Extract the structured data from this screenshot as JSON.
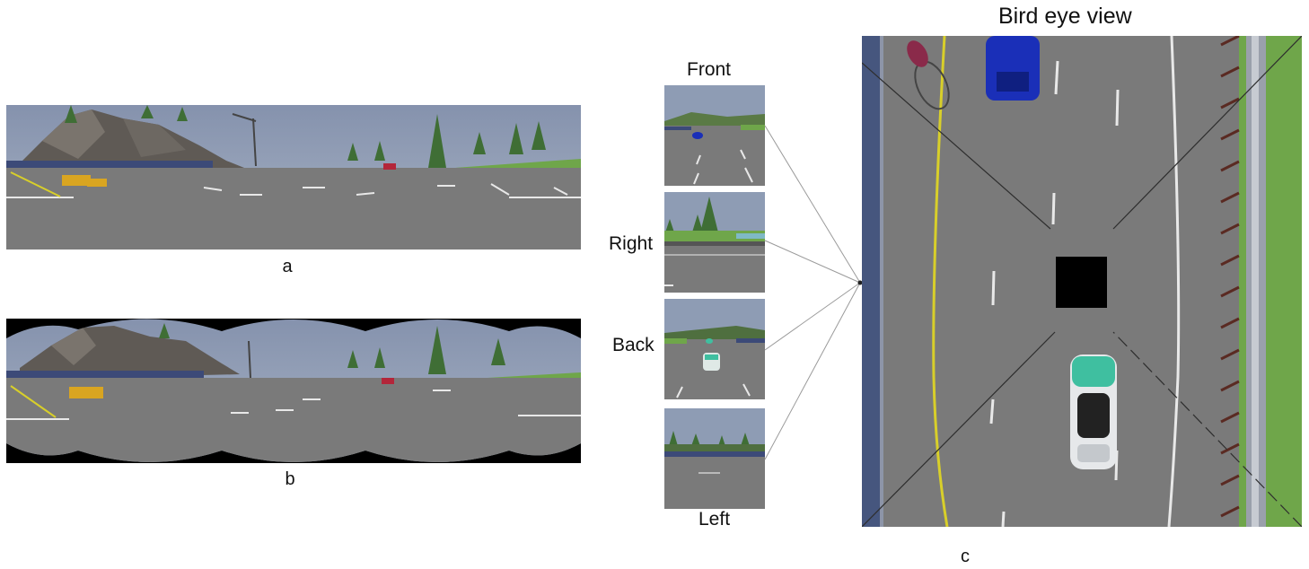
{
  "panorama_a": {
    "caption": "a"
  },
  "panorama_b": {
    "caption": "b"
  },
  "cube_views": {
    "front": "Front",
    "right": "Right",
    "back": "Back",
    "left": "Left"
  },
  "birds_eye": {
    "title": "Bird eye view",
    "caption": "c"
  },
  "colors": {
    "sky": "#8e9cb4",
    "road": "#7a7a7a",
    "grass": "#6fa64a",
    "lane_yellow": "#d8cf2a",
    "blue_car": "#1a2fb8",
    "teal_car": "#3fbfa0"
  }
}
